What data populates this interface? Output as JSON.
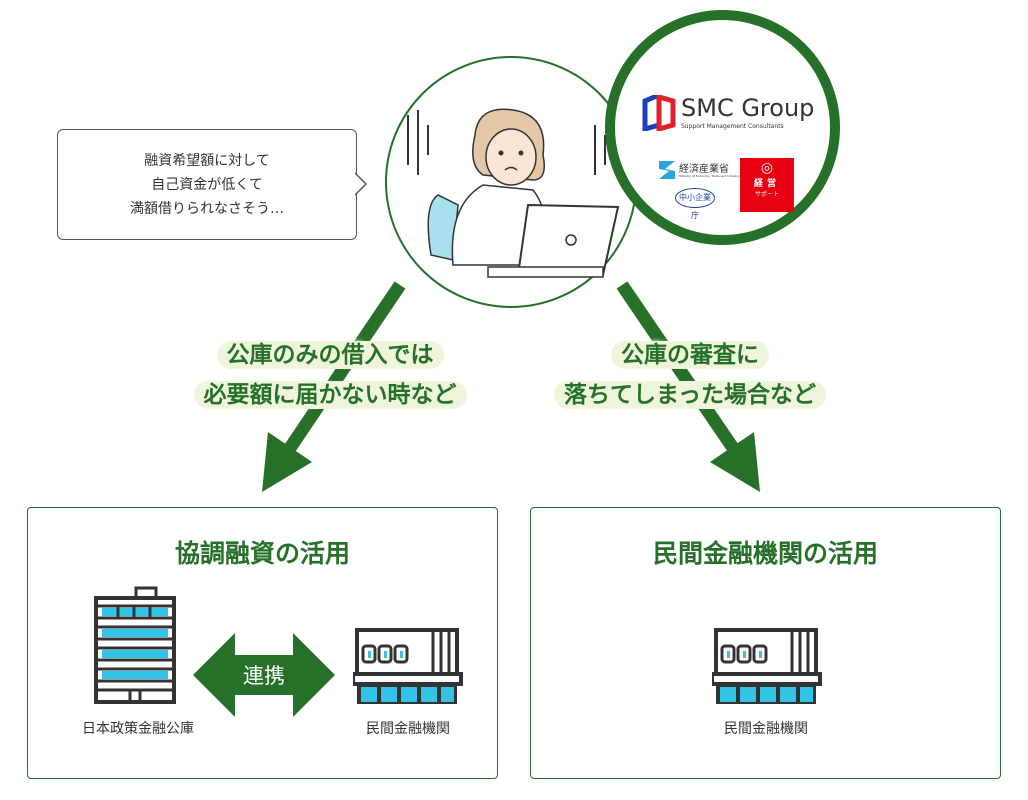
{
  "speech_bubble": {
    "lines": [
      "融資希望額に対して",
      "自己資金が低くて",
      "満額借りられなさそう…"
    ]
  },
  "logos": {
    "smc": {
      "name": "SMC Group",
      "subtitle": "Support Management Consultants"
    },
    "meti": {
      "name": "経済産業省",
      "subtitle": "Ministry of Economy, Trade and Industry"
    },
    "sme_agency": {
      "name": "中小企業庁"
    },
    "keiei_support": {
      "name": "経営",
      "subtitle": "サポート"
    }
  },
  "arrow_labels": {
    "left": [
      "公庫のみの借入では",
      "必要額に届かない時など"
    ],
    "right": [
      "公庫の審査に",
      "落ちてしまった場合など"
    ]
  },
  "left_box": {
    "title": "協調融資の活用",
    "link_label": "連携",
    "building_left": "日本政策金融公庫",
    "building_right": "民間金融機関"
  },
  "right_box": {
    "title": "民間金融機関の活用",
    "building": "民間金融機関"
  },
  "colors": {
    "accent": "#26702a",
    "label_bg": "#eef5dc",
    "window": "#33c3e6",
    "keiei_red": "#e60012"
  }
}
